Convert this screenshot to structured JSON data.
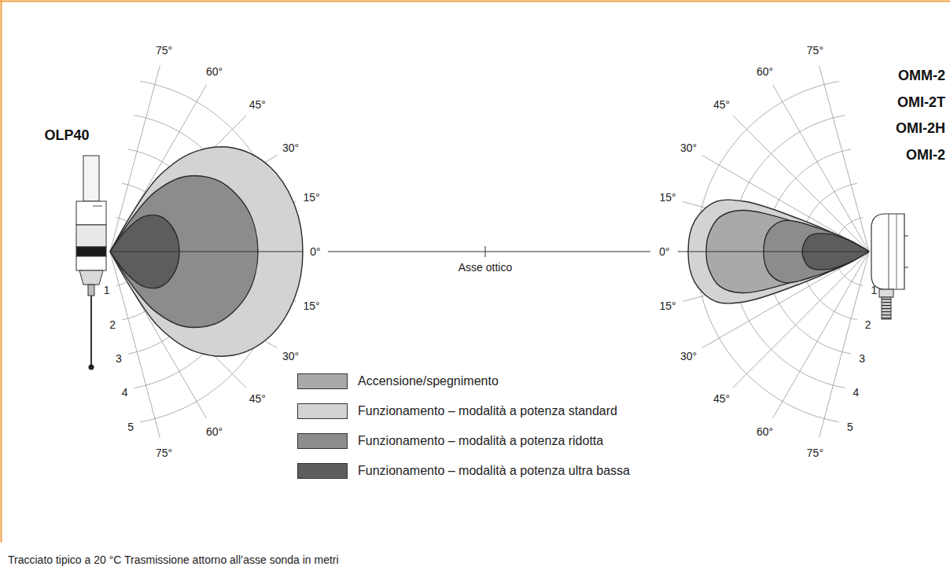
{
  "diagram": {
    "caption": "Tracciato tipico a 20 °C Trasmissione attorno all’asse sonda in metri",
    "labels": [
      "OLP40",
      "75°",
      "60°",
      "45°",
      "30°",
      "15°",
      "0°",
      "15°",
      "30°",
      "45°",
      "60°",
      "75°",
      "1",
      "2",
      "3",
      "4",
      "5",
      "Asse ottico",
      "OMM-2",
      "OMI-2T",
      "OMI-2H",
      "OMI-2",
      "75°",
      "60°",
      "45°",
      "30°",
      "15°",
      "0°",
      "15°",
      "30°",
      "45°",
      "60°",
      "75°",
      "1",
      "2",
      "3",
      "4",
      "5"
    ],
    "legend": [
      {
        "text": "Accensione/spegnimento",
        "color": "#a9a9a9"
      },
      {
        "text": "Funzionamento – modalità a potenza standard",
        "color": "#d3d3d3"
      },
      {
        "text": "Funzionamento – modalità a potenza ridotta",
        "color": "#8c8c8c"
      },
      {
        "text": "Funzionamento – modalità a potenza ultra bassa",
        "color": "#5d5d5d"
      }
    ]
  }
}
